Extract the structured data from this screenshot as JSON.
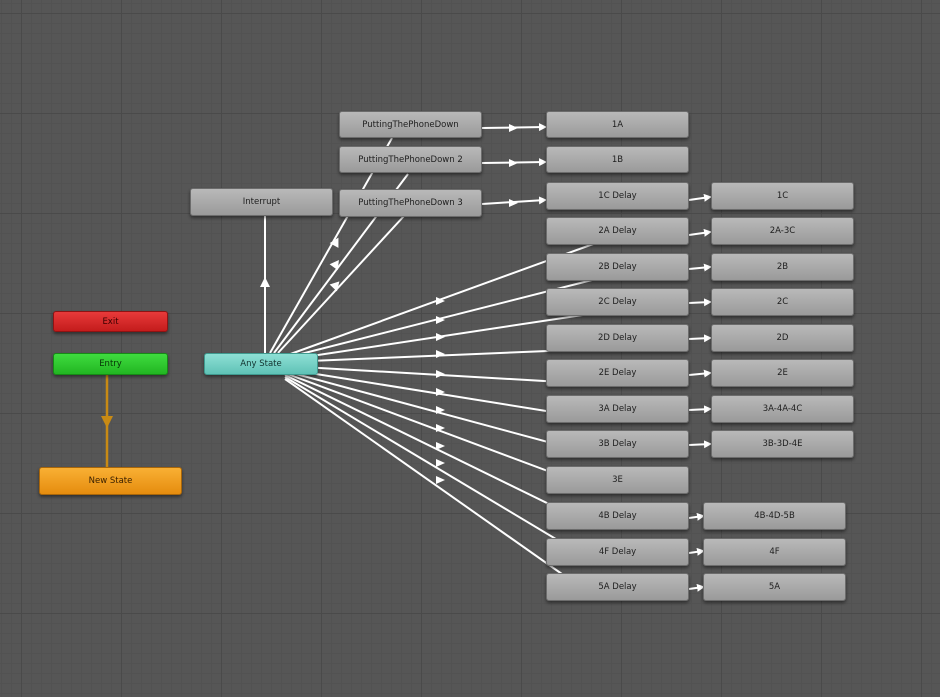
{
  "colors": {
    "background": "#565656",
    "transition": "#ffffff",
    "default_transition": "#c88a14",
    "exit": "#d92a2a",
    "entry": "#2ec92e",
    "any_state": "#74d3c7",
    "default_state": "#f0a020",
    "normal_state": "#a8a8a8"
  },
  "states": {
    "exit": "Exit",
    "entry": "Entry",
    "any_state": "Any State",
    "new_state": "New State",
    "interrupt": "Interrupt",
    "putting_1": "PuttingThePhoneDown",
    "putting_2": "PuttingThePhoneDown 2",
    "putting_3": "PuttingThePhoneDown 3",
    "s1a": "1A",
    "s1b": "1B",
    "s1c_delay": "1C Delay",
    "s1c": "1C",
    "s2a_delay": "2A Delay",
    "s2a_3c": "2A-3C",
    "s2b_delay": "2B Delay",
    "s2b": "2B",
    "s2c_delay": "2C Delay",
    "s2c": "2C",
    "s2d_delay": "2D Delay",
    "s2d": "2D",
    "s2e_delay": "2E Delay",
    "s2e": "2E",
    "s3a_delay": "3A Delay",
    "s3a_4a_4c": "3A-4A-4C",
    "s3b_delay": "3B Delay",
    "s3b_3d_4e": "3B-3D-4E",
    "s3e": "3E",
    "s4b_delay": "4B Delay",
    "s4b_4d_5b": "4B-4D-5B",
    "s4f_delay": "4F Delay",
    "s4f": "4F",
    "s5a_delay": "5A Delay",
    "s5a": "5A"
  }
}
